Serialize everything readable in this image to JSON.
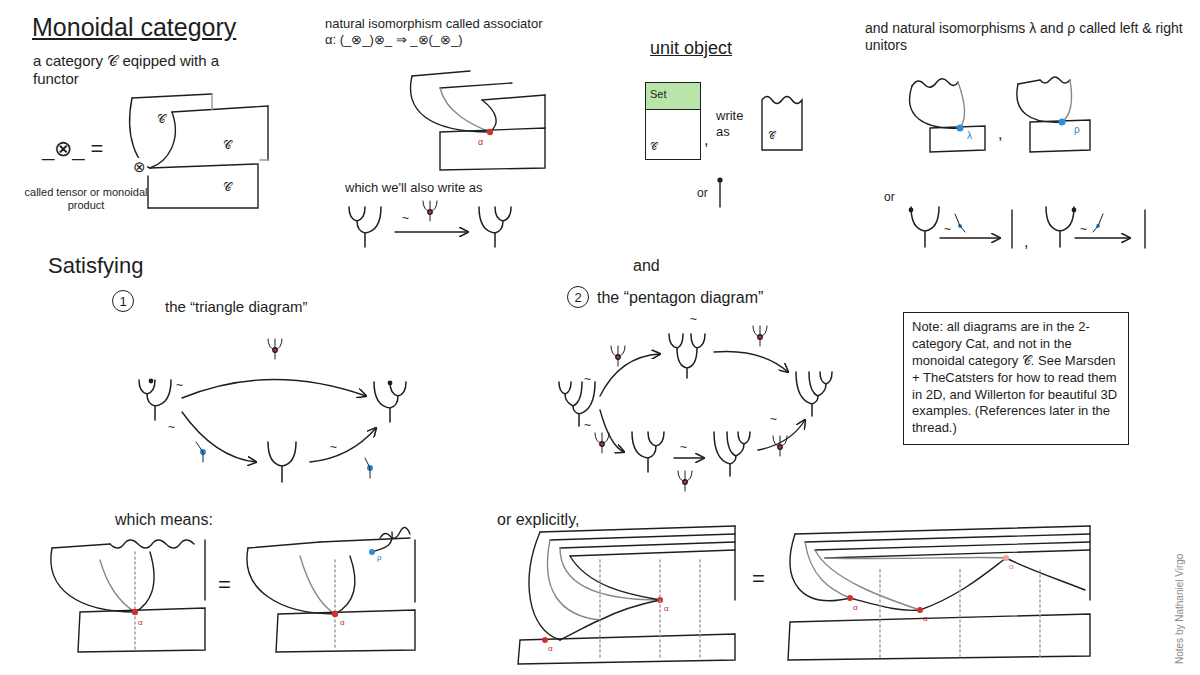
{
  "diagram": {
    "title": "Monoidal category",
    "nodes": [
      {
        "text": [
          "Set",
          "𝒞"
        ]
      },
      {
        "text": [
          "1"
        ]
      },
      {
        "text": [
          "2"
        ]
      },
      {
        "text": [
          "Note: all diagrams are in the 2-category Cat, and not in the monoidal category 𝒞. See Marsden + TheCatsters for how to read them in 2D, and Willerton for beautiful 3D examples. (References later in the thread.)"
        ]
      }
    ],
    "labels": [
      "a category 𝒞 eqipped with a functor",
      "_⊗_ =",
      "called tensor or monoidal product",
      "𝒞",
      "𝒞",
      "𝒞",
      "⊗",
      "natural isomorphism called associator α: (_⊗_)⊗_ ⇒ _⊗(_⊗_)",
      "α",
      "which we'll also write as",
      "~",
      "unit object",
      "write as",
      "𝒞",
      "or",
      "and natural isomorphisms λ and ρ called left & right unitors",
      "λ",
      ",",
      "ρ",
      "or",
      "~",
      ",",
      "~",
      "Satisfying",
      "the “triangle diagram”",
      "~",
      "~",
      "~",
      "and",
      "the “pentagon diagram”",
      "~",
      "~",
      "~",
      "~",
      "~",
      ",",
      "which means:",
      "=",
      "or explicitly,",
      "=",
      "α",
      "α",
      "ρ",
      "α",
      "α",
      "α",
      "α",
      "α",
      "Notes by Nathaniel Virgo"
    ]
  }
}
